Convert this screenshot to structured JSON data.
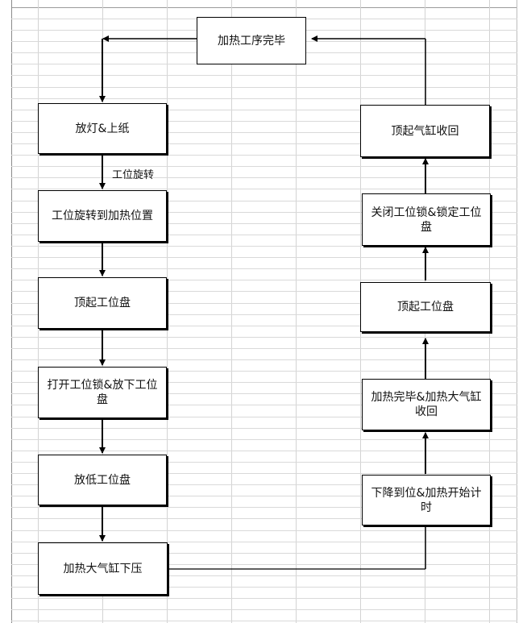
{
  "diagram": {
    "nodes": {
      "heating_done": "加热工序完毕",
      "lamp_paper": "放灯&上纸",
      "rotate_station": "工位旋转到加热位置",
      "lift_plate_left": "顶起工位盘",
      "open_lock_lower": "打开工位锁&放下工位盘",
      "lower_plate": "放低工位盘",
      "cylinder_press": "加热大气缸下压",
      "descend_timer": "下降到位&加热开始计时",
      "heat_finish_retract": "加热完毕&加热大气缸收回",
      "lift_plate_right": "顶起工位盘",
      "close_lock": "关闭工位锁&锁定工位盘",
      "lift_cylinder_retract": "顶起气缸收回"
    },
    "edge_labels": {
      "rotation": "工位旋转"
    }
  }
}
